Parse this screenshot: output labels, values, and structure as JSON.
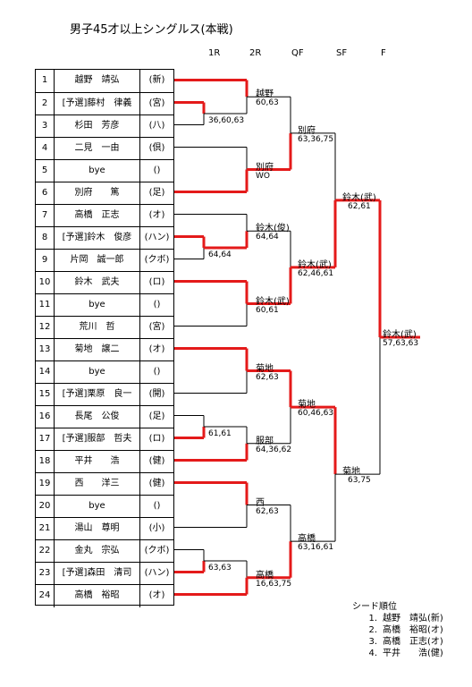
{
  "title": "男子45才以上シングルス(本戦)",
  "rounds": [
    "1R",
    "2R",
    "QF",
    "SF",
    "F"
  ],
  "players": [
    {
      "num": "1",
      "name": "越野　靖弘",
      "club": "(新)"
    },
    {
      "num": "2",
      "name": "[予選]藤村　律義",
      "club": "(宮)"
    },
    {
      "num": "3",
      "name": "杉田　芳彦",
      "club": "(八)"
    },
    {
      "num": "4",
      "name": "二見　一由",
      "club": "(倶)"
    },
    {
      "num": "5",
      "name": "bye",
      "club": "()"
    },
    {
      "num": "6",
      "name": "別府　　篤",
      "club": "(足)"
    },
    {
      "num": "7",
      "name": "高橋　正志",
      "club": "(オ)"
    },
    {
      "num": "8",
      "name": "[予選]鈴木　俊彦",
      "club": "(ハン)"
    },
    {
      "num": "9",
      "name": "片岡　誠一郎",
      "club": "(クボ)"
    },
    {
      "num": "10",
      "name": "鈴木　武夫",
      "club": "(ロ)"
    },
    {
      "num": "11",
      "name": "bye",
      "club": "()"
    },
    {
      "num": "12",
      "name": "荒川　哲",
      "club": "(宮)"
    },
    {
      "num": "13",
      "name": "菊地　譲二",
      "club": "(オ)"
    },
    {
      "num": "14",
      "name": "bye",
      "club": "()"
    },
    {
      "num": "15",
      "name": "[予選]栗原　良一",
      "club": "(開)"
    },
    {
      "num": "16",
      "name": "長尾　公俊",
      "club": "(足)"
    },
    {
      "num": "17",
      "name": "[予選]服部　哲夫",
      "club": "(ロ)"
    },
    {
      "num": "18",
      "name": "平井　　浩",
      "club": "(健)"
    },
    {
      "num": "19",
      "name": "西　　洋三",
      "club": "(健)"
    },
    {
      "num": "20",
      "name": "bye",
      "club": "()"
    },
    {
      "num": "21",
      "name": "湯山　尊明",
      "club": "(小)"
    },
    {
      "num": "22",
      "name": "金丸　宗弘",
      "club": "(クボ)"
    },
    {
      "num": "23",
      "name": "[予選]森田　清司",
      "club": "(ハン)"
    },
    {
      "num": "24",
      "name": "高橋　裕昭",
      "club": "(オ)"
    }
  ],
  "matches_1r": [
    {
      "pair": [
        2,
        3
      ],
      "winner": 2,
      "score": "36,60,63"
    },
    {
      "pair": [
        8,
        9
      ],
      "winner": 8,
      "score": "64,64"
    },
    {
      "pair": [
        16,
        17
      ],
      "winner": 17,
      "score": "61,61"
    },
    {
      "pair": [
        22,
        23
      ],
      "winner": 23,
      "score": "63,63"
    }
  ],
  "matches_2r": [
    {
      "winner_name": "越野",
      "score": "60,63",
      "top_won": true
    },
    {
      "winner_name": "別府",
      "score": "WO",
      "top_won": false
    },
    {
      "winner_name": "鈴木(俊)",
      "score": "64,64",
      "top_won": false
    },
    {
      "winner_name": "鈴木(武)",
      "score": "60,61",
      "top_won": true
    },
    {
      "winner_name": "菊地",
      "score": "62,63",
      "top_won": true
    },
    {
      "winner_name": "服部",
      "score": "64,36,62",
      "top_won": false
    },
    {
      "winner_name": "西",
      "score": "62,63",
      "top_won": true
    },
    {
      "winner_name": "高橋",
      "score": "16,63,75",
      "top_won": false
    }
  ],
  "matches_qf": [
    {
      "winner_name": "別府",
      "score": "63,36,75",
      "top_won": false
    },
    {
      "winner_name": "鈴木(武)",
      "score": "62,46,61",
      "top_won": false
    },
    {
      "winner_name": "菊地",
      "score": "60,46,63",
      "top_won": true
    },
    {
      "winner_name": "高橋",
      "score": "63,16,61",
      "top_won": false
    }
  ],
  "matches_sf": [
    {
      "winner_name": "鈴木(武)",
      "score": "62,61",
      "top_won": false
    },
    {
      "winner_name": "菊地",
      "score": "63,75",
      "top_won": true
    }
  ],
  "final": {
    "winner_name": "鈴木(武)",
    "score": "57,63,63",
    "top_won": true
  },
  "colors": {
    "win_line": "#e41a1a",
    "loss_line": "#000000"
  },
  "seeds": {
    "heading": "シード順位",
    "entries": [
      {
        "rank": "1.",
        "name": "越野　靖弘(新)"
      },
      {
        "rank": "2.",
        "name": "高橋　裕昭(オ)"
      },
      {
        "rank": "3.",
        "name": "高橋　正志(オ)"
      },
      {
        "rank": "4.",
        "name": "平井　　浩(健)"
      }
    ]
  }
}
